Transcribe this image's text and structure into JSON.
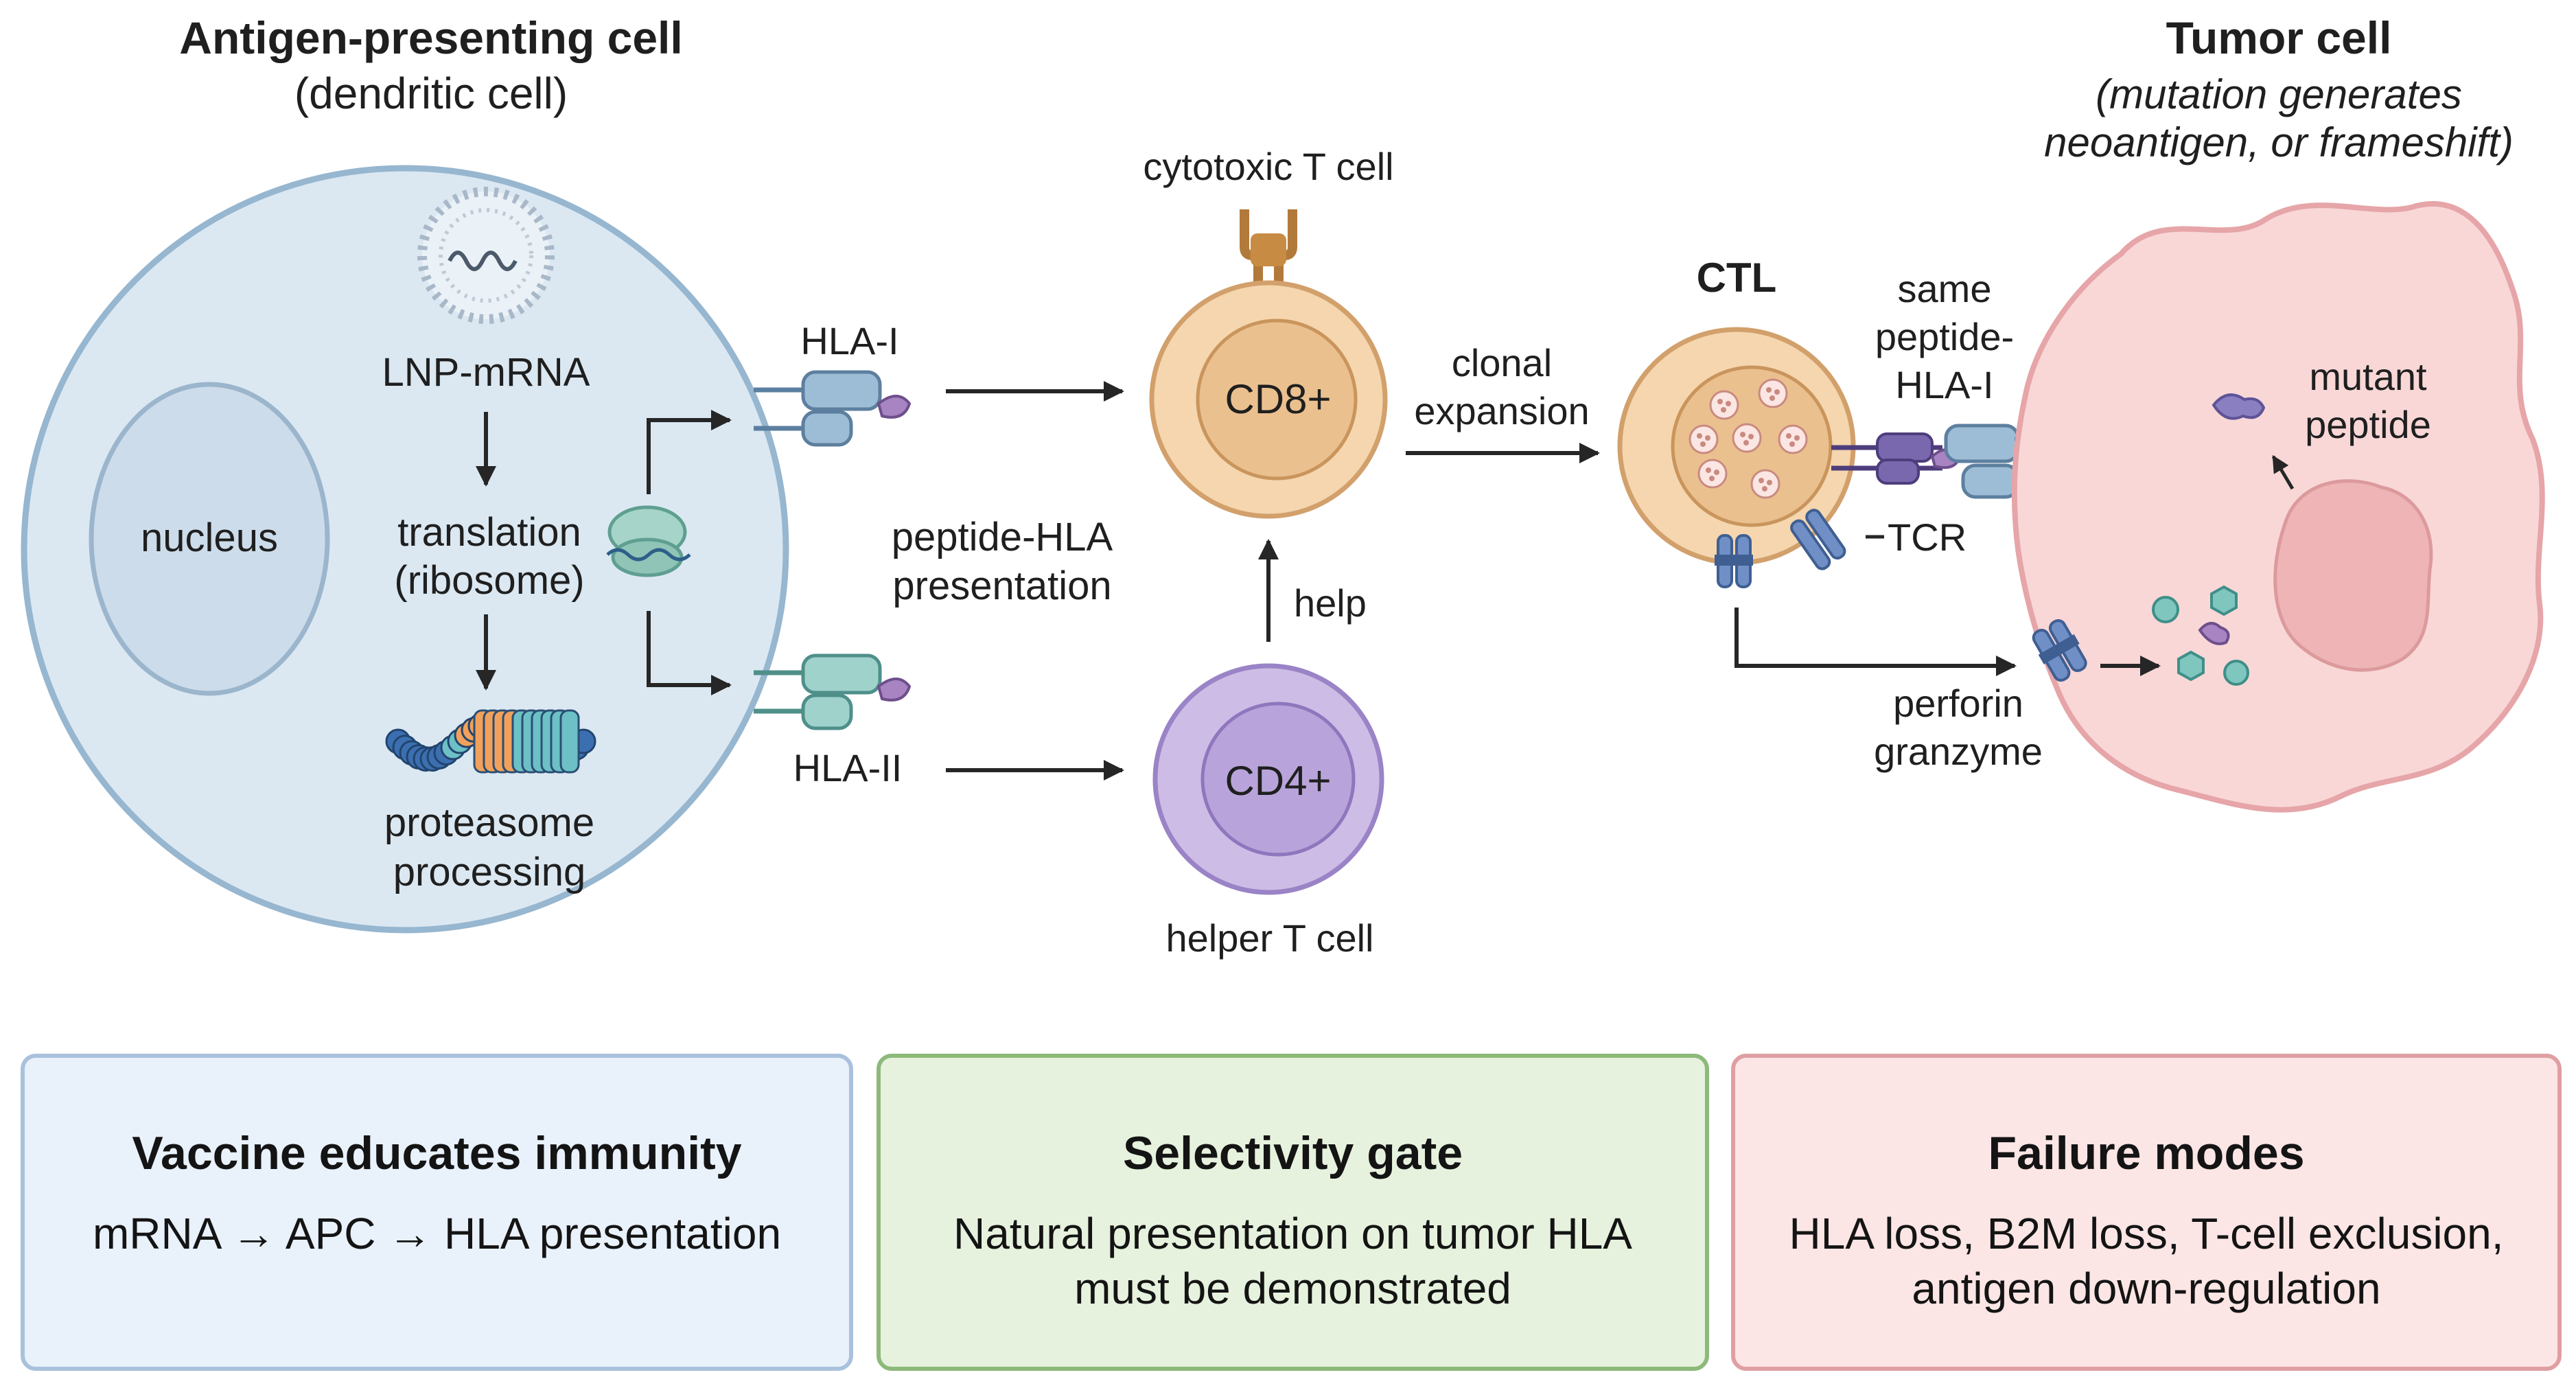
{
  "colors": {
    "apc_fill": "#dbe8f2",
    "apc_stroke": "#97b6cf",
    "cd8_fill": "#f5d6ae",
    "cd8_stroke": "#d2a06b",
    "cd4_fill": "#cdbde6",
    "cd4_stroke": "#9a83c6",
    "tumor_fill": "#f9d7d7",
    "tumor_stroke": "#e6a5a8",
    "arrow": "#262626",
    "box1_fill": "#e9f1fb",
    "box1_stroke": "#a9c1dc",
    "box2_fill": "#e6f2dd",
    "box2_stroke": "#8db97a",
    "box3_fill": "#fce5e5",
    "box3_stroke": "#df9fa2"
  },
  "icons": [
    "lnp-mrna-icon",
    "ribosome-icon",
    "protein-chain-icon",
    "tcr-receptor-icon",
    "hla-molecule-icon",
    "perforin-pore-icon",
    "granule-icon",
    "peptide-icon"
  ],
  "apc": {
    "title": "Antigen-presenting cell",
    "subtitle": "(dendritic cell)",
    "nucleus": "nucleus",
    "lnp": "LNP-mRNA",
    "translation": [
      "translation",
      "(ribosome)"
    ],
    "proteasome": [
      "proteasome",
      "processing"
    ],
    "hla1": "HLA-I",
    "hla2": "HLA-II"
  },
  "presentation": [
    "peptide-HLA",
    "presentation"
  ],
  "cd8": {
    "top_label": "cytotoxic T cell",
    "label": "CD8+"
  },
  "help": "help",
  "cd4": {
    "label": "CD4+",
    "bottom_label": "helper T cell"
  },
  "clonal": [
    "clonal",
    "expansion"
  ],
  "ctl": {
    "label": "CTL",
    "same": [
      "same",
      "peptide-",
      "HLA-I"
    ],
    "tcr": "TCR",
    "perforin": [
      "perforin",
      "granzyme"
    ]
  },
  "tumor": {
    "title": "Tumor cell",
    "subtitle": [
      "(mutation generates",
      "neoantigen, or frameshift)"
    ],
    "mutant": [
      "mutant",
      "peptide"
    ]
  },
  "boxes": [
    {
      "title": "Vaccine educates immunity",
      "text": [
        "mRNA → APC → HLA presentation"
      ]
    },
    {
      "title": "Selectivity gate",
      "text": [
        "Natural presentation on tumor HLA",
        "must be demonstrated"
      ]
    },
    {
      "title": "Failure modes",
      "text": [
        "HLA loss, B2M loss, T-cell exclusion,",
        "antigen down-regulation"
      ]
    }
  ]
}
